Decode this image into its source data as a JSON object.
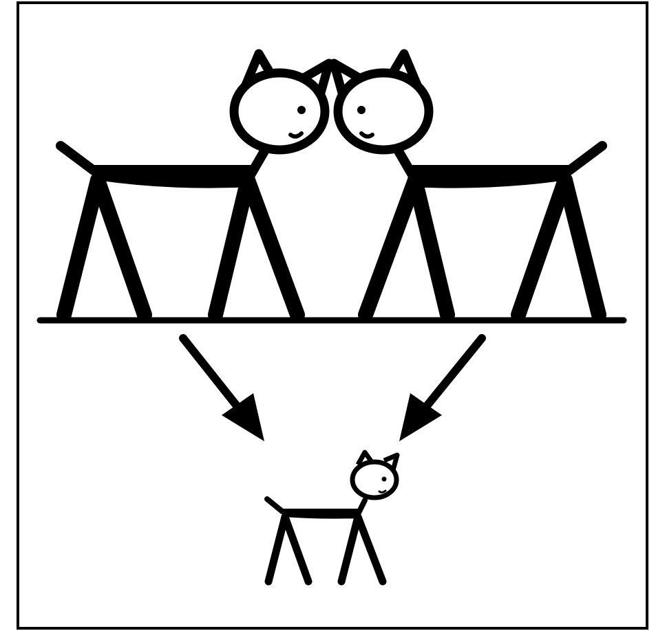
{
  "diagram": {
    "description_visible_text": "",
    "colors": {
      "ink": "#000000",
      "background": "#ffffff"
    },
    "figures": [
      {
        "name": "parent-cat-left",
        "facing": "right"
      },
      {
        "name": "parent-cat-right",
        "facing": "left"
      },
      {
        "name": "offspring-cat",
        "facing": "right"
      }
    ],
    "arrows": [
      {
        "name": "arrow-left-to-offspring",
        "from": "parent-cat-left",
        "to": "offspring-cat"
      },
      {
        "name": "arrow-right-to-offspring",
        "from": "parent-cat-right",
        "to": "offspring-cat"
      }
    ],
    "icons": [
      "cat-icon",
      "arrow-icon"
    ]
  }
}
